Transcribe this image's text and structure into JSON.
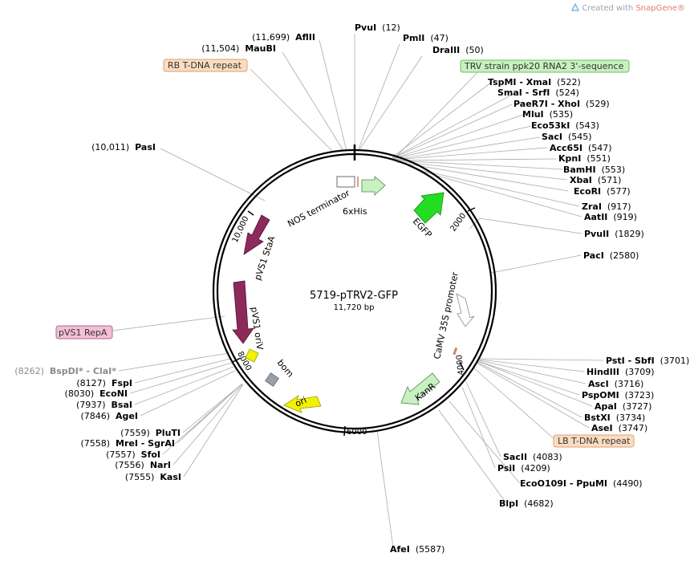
{
  "watermark": {
    "prefix": "Created with ",
    "brand": "SnapGene®"
  },
  "plasmid": {
    "name": "5719-pTRV2-GFP",
    "size_label": "11,720 bp",
    "length_bp": 11720
  },
  "ticks": [
    "2000",
    "4000",
    "6000",
    "8000",
    "10,000"
  ],
  "enzymes": [
    {
      "name": "PvuI",
      "pos": "(12)"
    },
    {
      "name": "PmlI",
      "pos": "(47)"
    },
    {
      "name": "DraIII",
      "pos": "(50)"
    },
    {
      "name": "TspMI - XmaI",
      "pos": "(522)"
    },
    {
      "name": "SmaI - SrfI",
      "pos": "(524)"
    },
    {
      "name": "PaeR7I - XhoI",
      "pos": "(529)"
    },
    {
      "name": "MluI",
      "pos": "(535)"
    },
    {
      "name": "Eco53kI",
      "pos": "(543)"
    },
    {
      "name": "SacI",
      "pos": "(545)"
    },
    {
      "name": "Acc65I",
      "pos": "(547)"
    },
    {
      "name": "KpnI",
      "pos": "(551)"
    },
    {
      "name": "BamHI",
      "pos": "(553)"
    },
    {
      "name": "XbaI",
      "pos": "(571)"
    },
    {
      "name": "EcoRI",
      "pos": "(577)"
    },
    {
      "name": "ZraI",
      "pos": "(917)"
    },
    {
      "name": "AatII",
      "pos": "(919)"
    },
    {
      "name": "PvuII",
      "pos": "(1829)"
    },
    {
      "name": "PacI",
      "pos": "(2580)"
    },
    {
      "name": "PstI - SbfI",
      "pos": "(3701)"
    },
    {
      "name": "HindIII",
      "pos": "(3709)"
    },
    {
      "name": "AscI",
      "pos": "(3716)"
    },
    {
      "name": "PspOMI",
      "pos": "(3723)"
    },
    {
      "name": "ApaI",
      "pos": "(3727)"
    },
    {
      "name": "BstXI",
      "pos": "(3734)"
    },
    {
      "name": "AseI",
      "pos": "(3747)"
    },
    {
      "name": "SacII",
      "pos": "(4083)"
    },
    {
      "name": "PsiI",
      "pos": "(4209)"
    },
    {
      "name": "EcoO109I - PpuMI",
      "pos": "(4490)"
    },
    {
      "name": "BlpI",
      "pos": "(4682)"
    },
    {
      "name": "AfeI",
      "pos": "(5587)"
    },
    {
      "name": "KasI",
      "pos": "(7555)"
    },
    {
      "name": "NarI",
      "pos": "(7556)"
    },
    {
      "name": "SfoI",
      "pos": "(7557)"
    },
    {
      "name": "MreI - SgrAI",
      "pos": "(7558)"
    },
    {
      "name": "PluTI",
      "pos": "(7559)"
    },
    {
      "name": "AgeI",
      "pos": "(7846)"
    },
    {
      "name": "BsaI",
      "pos": "(7937)"
    },
    {
      "name": "EcoNI",
      "pos": "(8030)"
    },
    {
      "name": "FspI",
      "pos": "(8127)"
    },
    {
      "name": "BspDI* - ClaI*",
      "pos": "(8262)"
    },
    {
      "name": "PasI",
      "pos": "(10,011)"
    },
    {
      "name": "MauBI",
      "pos": "(11,504)"
    },
    {
      "name": "AflII",
      "pos": "(11,699)"
    }
  ],
  "feature_boxes": [
    {
      "label": "TRV strain ppk20 RNA2 3'-sequence",
      "color": "#c8f0c0",
      "border": "#6cbf5c"
    },
    {
      "label": "RB T-DNA repeat",
      "color": "#fbdcc0",
      "border": "#d9a276"
    },
    {
      "label": "LB T-DNA repeat",
      "color": "#fbdcc0",
      "border": "#d9a276"
    },
    {
      "label": "pVS1 RepA",
      "color": "#f2bfd6",
      "border": "#b06a8c"
    }
  ],
  "features": [
    {
      "label": "NOS terminator",
      "color": "#ffffff"
    },
    {
      "label": "6xHis",
      "color": "#c8f0c0"
    },
    {
      "label": "EGFP",
      "color": "#22dd22"
    },
    {
      "label": "CaMV 35S promoter",
      "color": "#ffffff"
    },
    {
      "label": "KanR",
      "color": "#c8f0c0"
    },
    {
      "label": "ori",
      "color": "#f2f200"
    },
    {
      "label": "bom",
      "color": "#9aa0a8"
    },
    {
      "label": "pVS1 oriV",
      "color": "#f2f200"
    },
    {
      "label": "pVS1 StaA",
      "color": "#8c2a5a"
    }
  ]
}
